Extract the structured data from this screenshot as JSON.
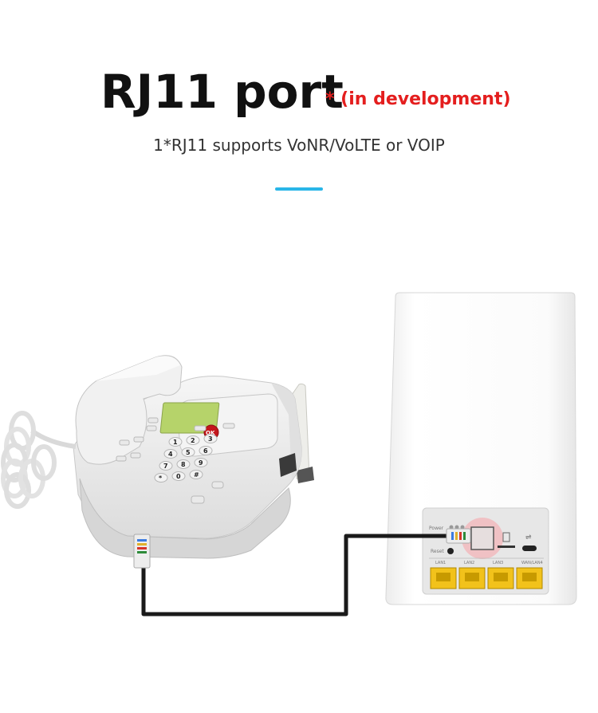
{
  "header": {
    "title": "RJ11 port",
    "note": "* (in development)",
    "subtitle": "1*RJ11 supports VoNR/VoLTE or VOIP"
  },
  "phone": {
    "keys": [
      "1",
      "2",
      "3",
      "4",
      "5",
      "6",
      "7",
      "8",
      "9",
      "*",
      "0",
      "#"
    ],
    "ok_label": "OK"
  },
  "router": {
    "port_labels": [
      "LAN1",
      "LAN2",
      "LAN3",
      "WAN/LAN4"
    ],
    "power_label": "Power",
    "reset_label": "Reset"
  },
  "colors": {
    "accent": "#29b6e8",
    "note_red": "#e41e1e",
    "lan_yellow": "#f2c21b",
    "screen_green": "#b6d36a",
    "cable": "#1a1a1a"
  }
}
